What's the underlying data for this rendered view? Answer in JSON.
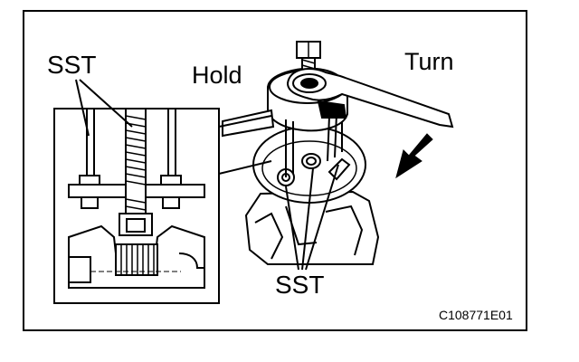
{
  "labels": {
    "sst_top": "SST",
    "hold": "Hold",
    "turn": "Turn",
    "sst_bottom": "SST",
    "figure_code": "C108771E01"
  },
  "colors": {
    "line": "#000000",
    "background": "#ffffff"
  },
  "icons": {
    "direction_arrow": "arrow-down-left-icon"
  }
}
